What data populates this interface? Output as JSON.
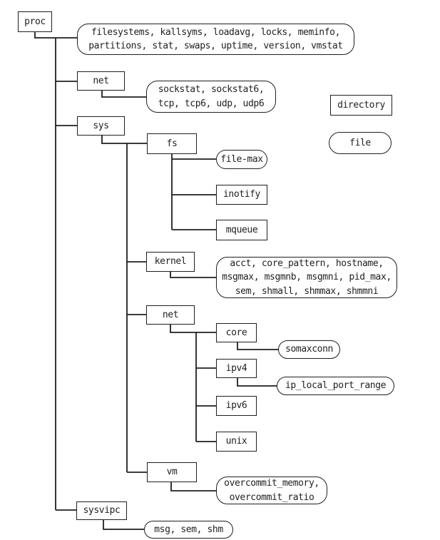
{
  "figure": {
    "background": "#ffffff",
    "ink_color": "#1f1f1f"
  },
  "legend": {
    "directory_label": "directory",
    "file_label": "file"
  },
  "nodes": {
    "proc": {
      "label": "proc",
      "type": "directory"
    },
    "proc_files": {
      "label": "filesystems, kallsyms, loadavg, locks, meminfo,\npartitions, stat, swaps, uptime, version, vmstat",
      "type": "file"
    },
    "net_top": {
      "label": "net",
      "type": "directory"
    },
    "net_top_files": {
      "label": "sockstat, sockstat6,\ntcp, tcp6, udp, udp6",
      "type": "file"
    },
    "sys": {
      "label": "sys",
      "type": "directory"
    },
    "fs": {
      "label": "fs",
      "type": "directory"
    },
    "file_max": {
      "label": "file-max",
      "type": "file"
    },
    "inotify": {
      "label": "inotify",
      "type": "directory"
    },
    "mqueue": {
      "label": "mqueue",
      "type": "directory"
    },
    "kernel": {
      "label": "kernel",
      "type": "directory"
    },
    "kernel_files": {
      "label": "acct, core_pattern, hostname,\nmsgmax, msgmnb, msgmni, pid_max,\nsem, shmall, shmmax, shmmni",
      "type": "file"
    },
    "net_sys": {
      "label": "net",
      "type": "directory"
    },
    "core": {
      "label": "core",
      "type": "directory"
    },
    "somaxconn": {
      "label": "somaxconn",
      "type": "file"
    },
    "ipv4": {
      "label": "ipv4",
      "type": "directory"
    },
    "ip_local_port_range": {
      "label": "ip_local_port_range",
      "type": "file"
    },
    "ipv6": {
      "label": "ipv6",
      "type": "directory"
    },
    "unix": {
      "label": "unix",
      "type": "directory"
    },
    "vm": {
      "label": "vm",
      "type": "directory"
    },
    "vm_files": {
      "label": "overcommit_memory,\novercommit_ratio",
      "type": "file"
    },
    "sysvipc": {
      "label": "sysvipc",
      "type": "directory"
    },
    "sysvipc_files": {
      "label": "msg, sem, shm",
      "type": "file"
    }
  }
}
